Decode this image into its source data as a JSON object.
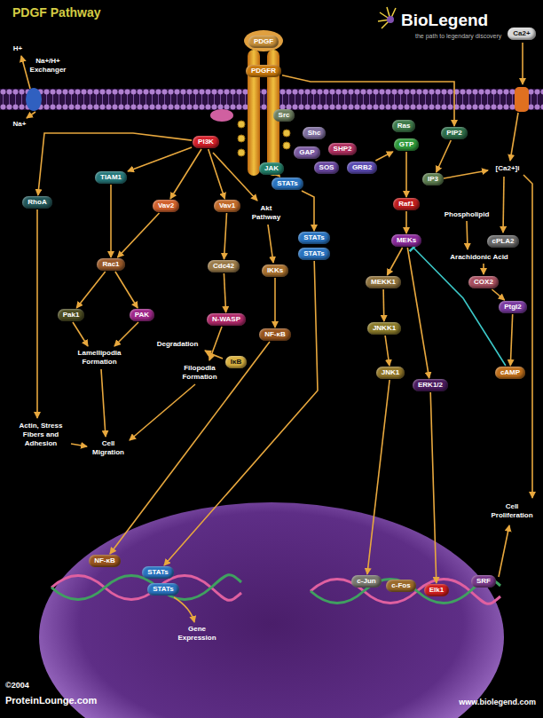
{
  "diagram": {
    "title": "PDGF Pathway",
    "nodes": [
      {
        "text": [
          "PDGF"
        ]
      },
      {
        "text": [
          "Ca2+"
        ]
      },
      {
        "text": [
          "PDGFR"
        ]
      },
      {
        "text": [
          "Src"
        ]
      },
      {
        "text": [
          "Shc"
        ]
      },
      {
        "text": [
          "PI3K"
        ]
      },
      {
        "text": [
          "Ras"
        ]
      },
      {
        "text": [
          "PIP2"
        ]
      },
      {
        "text": [
          "GTP"
        ]
      },
      {
        "text": [
          "SHP2"
        ]
      },
      {
        "text": [
          "GAP"
        ]
      },
      {
        "text": [
          "SOS"
        ]
      },
      {
        "text": [
          "GRB2"
        ]
      },
      {
        "text": [
          "JAK"
        ]
      },
      {
        "text": [
          "TIAM1"
        ]
      },
      {
        "text": [
          "IP3"
        ]
      },
      {
        "text": [
          "STATs"
        ]
      },
      {
        "text": [
          "RhoA"
        ]
      },
      {
        "text": [
          "Raf1"
        ]
      },
      {
        "text": [
          "Vav2"
        ]
      },
      {
        "text": [
          "Vav1"
        ]
      },
      {
        "text": [
          "STATs"
        ]
      },
      {
        "text": [
          "MEKs"
        ]
      },
      {
        "text": [
          "cPLA2"
        ]
      },
      {
        "text": [
          "STATs"
        ]
      },
      {
        "text": [
          "Rac1"
        ]
      },
      {
        "text": [
          "Cdc42"
        ]
      },
      {
        "text": [
          "IKKs"
        ]
      },
      {
        "text": [
          "MEKK1"
        ]
      },
      {
        "text": [
          "COX2"
        ]
      },
      {
        "text": [
          "PtgI2"
        ]
      },
      {
        "text": [
          "Pak1"
        ]
      },
      {
        "text": [
          "PAK"
        ]
      },
      {
        "text": [
          "N-WASP"
        ]
      },
      {
        "text": [
          "JNKK1"
        ]
      },
      {
        "text": [
          "NF-κB"
        ]
      },
      {
        "text": [
          "IκB"
        ]
      },
      {
        "text": [
          "JNK1"
        ]
      },
      {
        "text": [
          "cAMP"
        ]
      },
      {
        "text": [
          "ERK1/2"
        ]
      },
      {
        "text": [
          "NF-κB"
        ]
      },
      {
        "text": [
          "STATs"
        ]
      },
      {
        "text": [
          "c-Jun"
        ]
      },
      {
        "text": [
          "SRF"
        ]
      },
      {
        "text": [
          "c-Fos"
        ]
      },
      {
        "text": [
          "STATs"
        ]
      },
      {
        "text": [
          "Elk1"
        ]
      }
    ],
    "edges": [
      {
        "from": 2,
        "to": 7,
        "arrow": "to"
      },
      {
        "from": 5,
        "to": 17,
        "arrow": "to"
      },
      {
        "from": 5,
        "to": 14,
        "arrow": "to"
      },
      {
        "from": 5,
        "to": 19,
        "arrow": "to"
      },
      {
        "from": 5,
        "to": 20,
        "arrow": "to"
      },
      {
        "from": 13,
        "to": 16,
        "arrow": "to"
      },
      {
        "from": 16,
        "to": 21,
        "arrow": "to"
      },
      {
        "from": 24,
        "to": 41,
        "arrow": "to"
      },
      {
        "from": 14,
        "to": 25,
        "arrow": "to"
      },
      {
        "from": 19,
        "to": 25,
        "arrow": "to"
      },
      {
        "from": 20,
        "to": 26,
        "arrow": "to"
      },
      {
        "from": 25,
        "to": 31,
        "arrow": "to"
      },
      {
        "from": 25,
        "to": 32,
        "arrow": "to"
      },
      {
        "from": 26,
        "to": 33,
        "arrow": "to"
      },
      {
        "from": 27,
        "to": 35,
        "arrow": "to"
      },
      {
        "from": 35,
        "to": 40,
        "arrow": "to"
      },
      {
        "from": 8,
        "to": 18,
        "arrow": "to"
      },
      {
        "from": 12,
        "to": 8,
        "arrow": "to"
      },
      {
        "from": 18,
        "to": 22,
        "arrow": "to"
      },
      {
        "from": 22,
        "to": 28,
        "arrow": "to"
      },
      {
        "from": 22,
        "to": 39,
        "arrow": "to"
      },
      {
        "from": 28,
        "to": 34,
        "arrow": "to"
      },
      {
        "from": 34,
        "to": 37,
        "arrow": "to"
      },
      {
        "from": 37,
        "to": 42,
        "arrow": "to"
      },
      {
        "from": 39,
        "to": 46,
        "arrow": "to"
      },
      {
        "from": 7,
        "to": 15,
        "arrow": "to"
      },
      {
        "from": 29,
        "to": 30,
        "arrow": "to"
      },
      {
        "from": 30,
        "to": 38,
        "arrow": "to"
      },
      {
        "from": 38,
        "to": 22,
        "arrow": "to"
      }
    ],
    "labels": [
      "H+",
      "Na+/H+ Exchanger",
      "Na+",
      "[Ca2+]i",
      "Akt Pathway",
      "Phospholipid",
      "Arachidonic Acid",
      "Degradation",
      "Lamellipodia Formation",
      "Filopodia Formation",
      "Actin, Stress Fibers and Adhesion",
      "Cell Migration",
      "Gene Expression",
      "Cell Proliferation",
      "BioLegend",
      "the path to legendary discovery",
      "©2004",
      "ProteinLounge.com",
      "www.biolegend.com"
    ]
  }
}
